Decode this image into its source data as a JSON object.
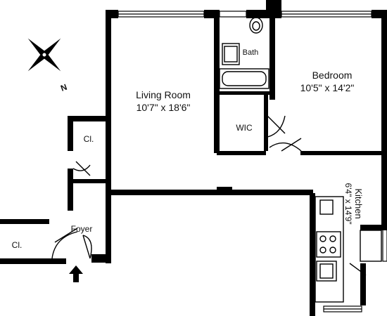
{
  "compass": {
    "north_label": "N"
  },
  "rooms": {
    "living_room": {
      "name": "Living Room",
      "dimensions": "10'7\" x 18'6\""
    },
    "bedroom": {
      "name": "Bedroom",
      "dimensions": "10'5\" x 14'2\""
    },
    "bath": {
      "name": "Bath"
    },
    "wic": {
      "name": "WIC"
    },
    "kitchen": {
      "name": "Kitchen",
      "dimensions": "6'4\" x 14'9\""
    },
    "foyer": {
      "name": "Foyer"
    },
    "closet_upper": {
      "name": "Cl."
    },
    "closet_lower": {
      "name": "Cl."
    }
  },
  "colors": {
    "wall": "#000000",
    "background": "#ffffff"
  }
}
